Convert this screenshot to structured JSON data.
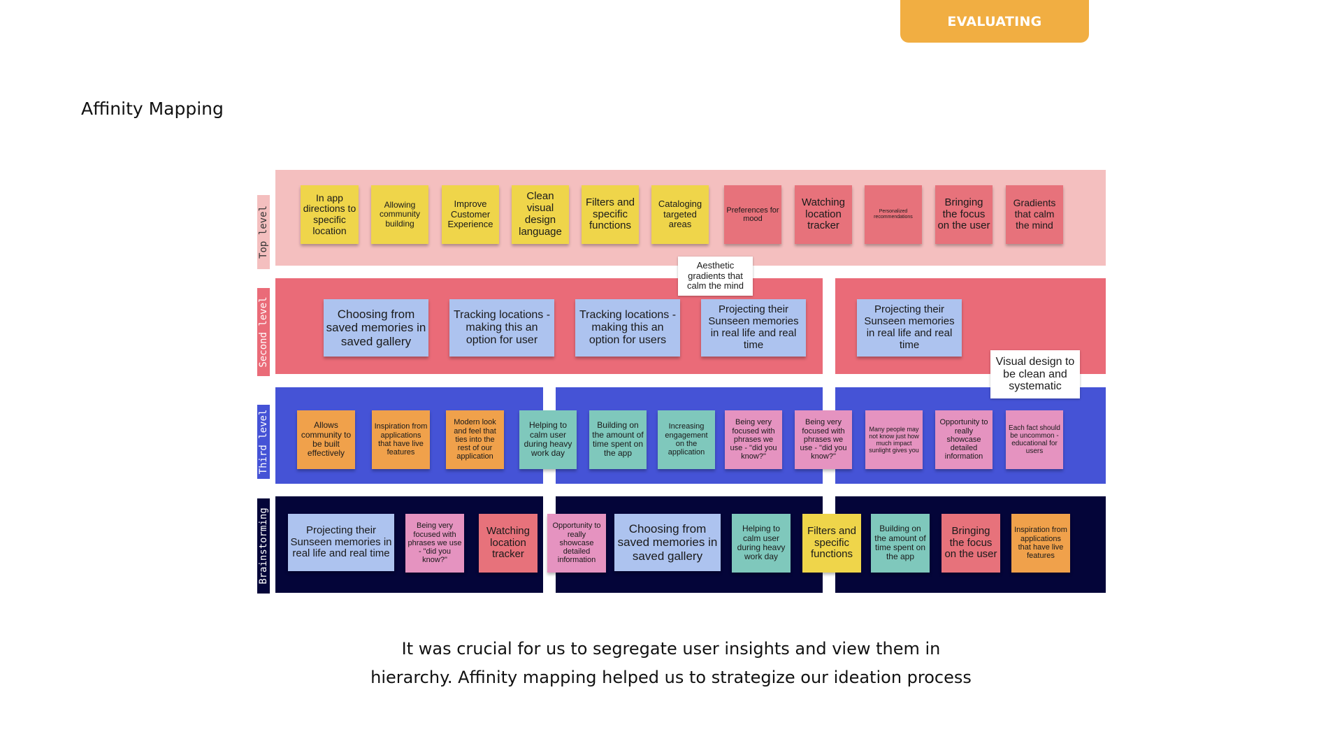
{
  "header": {
    "badge": "EVALUATING",
    "title": "Affinity Mapping"
  },
  "footer": {
    "line1": "It was crucial for us to segregate user insights and view them in",
    "line2": "hierarchy. Affinity mapping helped us to strategize our ideation process"
  },
  "colors": {
    "yellow": "#efd54a",
    "pink_note": "#e7727b",
    "blue_note": "#adc3ef",
    "orange": "#f0a14b",
    "teal": "#7fc8bc",
    "lilac": "#e593c0",
    "band_pink": "#f4bfbf",
    "band_red": "#ea6b78",
    "band_blue": "#4553d6",
    "band_navy": "#040539",
    "badge": "#f1ae42"
  },
  "rows": [
    {
      "label": "Top level"
    },
    {
      "label": "Second level"
    },
    {
      "label": "Third level"
    },
    {
      "label": "Brainstorming"
    }
  ],
  "notes": [
    {
      "text": "In app directions to specific location",
      "color": "yellow"
    },
    {
      "text": "Allowing community building",
      "color": "yellow"
    },
    {
      "text": "Improve Customer Experience",
      "color": "yellow"
    },
    {
      "text": "Clean visual design language",
      "color": "yellow"
    },
    {
      "text": "Filters and specific functions",
      "color": "yellow"
    },
    {
      "text": "Cataloging targeted areas",
      "color": "yellow"
    },
    {
      "text": "Preferences for mood",
      "color": "pink_note"
    },
    {
      "text": "Watching location tracker",
      "color": "pink_note"
    },
    {
      "text": "Personalized recommendations",
      "color": "pink_note"
    },
    {
      "text": "Bringing the focus on the user",
      "color": "pink_note"
    },
    {
      "text": "Gradients that calm the mind",
      "color": "pink_note"
    },
    {
      "text": "Aesthetic gradients that calm the mind",
      "color": "white"
    },
    {
      "text": "Choosing from saved memories in saved gallery",
      "color": "blue_note"
    },
    {
      "text": "Tracking locations - making this an option for user",
      "color": "blue_note"
    },
    {
      "text": "Tracking locations - making this an option for users",
      "color": "blue_note"
    },
    {
      "text": "Projecting their Sunseen memories in real life and real time",
      "color": "blue_note"
    },
    {
      "text": "Projecting their Sunseen memories in real life and real time",
      "color": "blue_note"
    },
    {
      "text": "Visual design to be clean and systematic",
      "color": "white"
    },
    {
      "text": "Allows community to be built effectively",
      "color": "orange"
    },
    {
      "text": "Inspiration from applications that have live features",
      "color": "orange"
    },
    {
      "text": "Modern look and feel that ties into the rest of our application",
      "color": "orange"
    },
    {
      "text": "Helping to calm user during heavy work day",
      "color": "teal"
    },
    {
      "text": "Building on the amount of time spent on the app",
      "color": "teal"
    },
    {
      "text": "Increasing engagement on the application",
      "color": "teal"
    },
    {
      "text": "Being very focused with phrases we use - \"did you know?\"",
      "color": "lilac"
    },
    {
      "text": "Being very focused with phrases we use - \"did you know?\"",
      "color": "lilac"
    },
    {
      "text": "Many people may not know just how much impact sunlight gives you",
      "color": "lilac"
    },
    {
      "text": "Opportunity to really showcase detailed information",
      "color": "lilac"
    },
    {
      "text": "Each fact should be uncommon - educational for users",
      "color": "lilac"
    },
    {
      "text": "Projecting their Sunseen memories in real life and real time",
      "color": "blue_note"
    },
    {
      "text": "Being very focused with phrases we use - \"did you know?\"",
      "color": "lilac"
    },
    {
      "text": "Watching location tracker",
      "color": "pink_note"
    },
    {
      "text": "Opportunity to really showcase detailed information",
      "color": "lilac"
    },
    {
      "text": "Choosing from saved memories in saved gallery",
      "color": "blue_note"
    },
    {
      "text": "Helping to calm user during heavy work day",
      "color": "teal"
    },
    {
      "text": "Filters and specific functions",
      "color": "yellow"
    },
    {
      "text": "Building on the amount of time spent on the app",
      "color": "teal"
    },
    {
      "text": "Bringing the focus on the user",
      "color": "pink_note"
    },
    {
      "text": "Inspiration from applications that have live features",
      "color": "orange"
    }
  ]
}
